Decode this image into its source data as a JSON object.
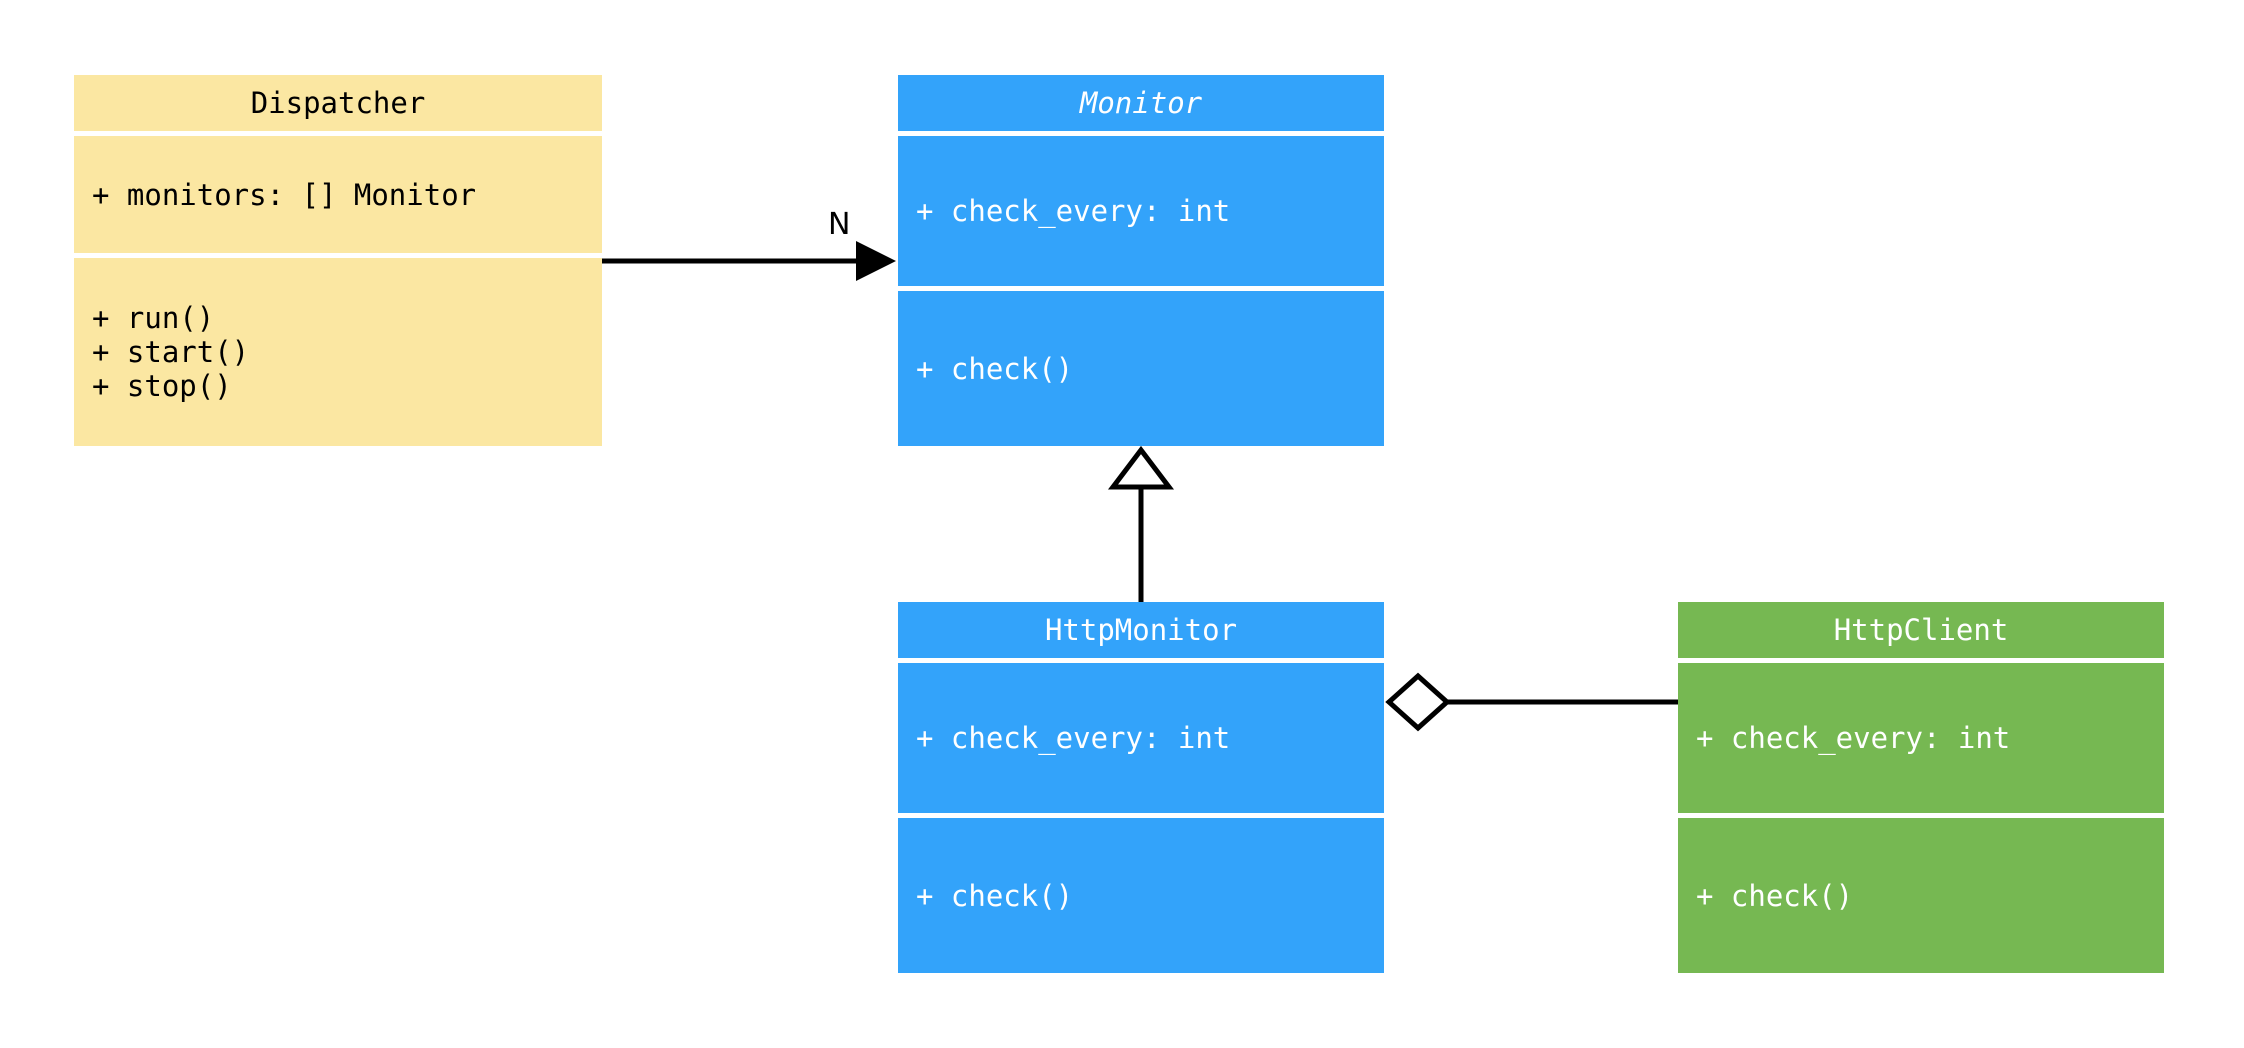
{
  "diagram": {
    "type": "uml-class-diagram",
    "background": "#ffffff",
    "colors": {
      "yellow": "#fbe7a2",
      "blue": "#33a3fa",
      "green": "#76b852",
      "line": "#000000",
      "divider": "#ffffff"
    }
  },
  "classes": [
    {
      "id": "dispatcher",
      "name": "Dispatcher",
      "abstract": false,
      "color": "#fbe7a2",
      "attributes": [
        "+ monitors: [] Monitor"
      ],
      "methods": [
        "+ run()",
        "+ start()",
        "+ stop()"
      ]
    },
    {
      "id": "monitor",
      "name": "Monitor",
      "abstract": true,
      "color": "#33a3fa",
      "attributes": [
        "+ check_every: int"
      ],
      "methods": [
        "+ check()"
      ]
    },
    {
      "id": "http_monitor",
      "name": "HttpMonitor",
      "abstract": false,
      "color": "#33a3fa",
      "attributes": [
        "+ check_every: int"
      ],
      "methods": [
        "+ check()"
      ]
    },
    {
      "id": "http_client",
      "name": "HttpClient",
      "abstract": false,
      "color": "#76b852",
      "attributes": [
        "+ check_every: int"
      ],
      "methods": [
        "+ check()"
      ]
    }
  ],
  "relationships": [
    {
      "id": "dispatcher-monitor",
      "from": "Dispatcher",
      "to": "Monitor",
      "kind": "association",
      "arrow": "filled-arrowhead",
      "label": "N"
    },
    {
      "id": "httpmonitor-monitor",
      "from": "HttpMonitor",
      "to": "Monitor",
      "kind": "generalization",
      "arrow": "hollow-triangle",
      "label": ""
    },
    {
      "id": "httpmonitor-httpclient",
      "from": "HttpMonitor",
      "to": "HttpClient",
      "kind": "aggregation",
      "arrow": "hollow-diamond",
      "label": ""
    }
  ]
}
